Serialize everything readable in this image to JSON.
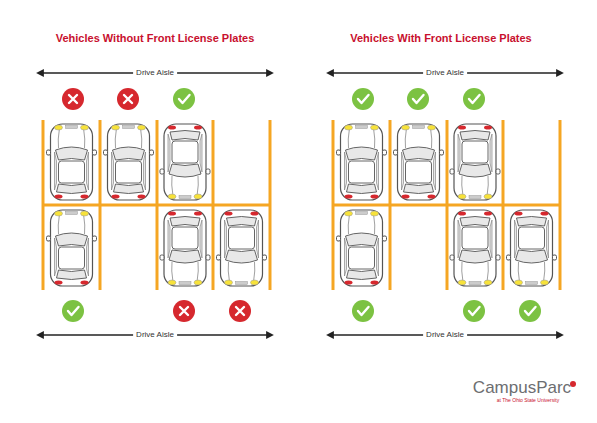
{
  "diagram": {
    "labels": [
      "Vehicles Without Front License Plates",
      "Vehicles With Front License Plates",
      "Drive Aisle",
      "Drive Aisle",
      "Drive Aisle",
      "Drive Aisle",
      "CampusParc",
      "at The Ohio State University"
    ]
  }
}
